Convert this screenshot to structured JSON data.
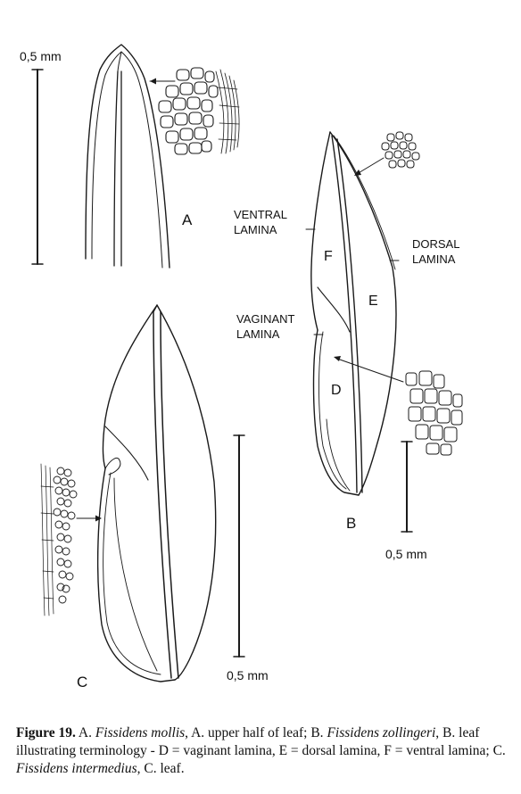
{
  "labels": {
    "scale_a": "0,5 mm",
    "scale_b": "0,5 mm",
    "scale_c": "0,5 mm",
    "panel_a": "A",
    "panel_b": "B",
    "panel_c": "C",
    "ventral_line1": "VENTRAL",
    "ventral_line2": "LAMINA",
    "dorsal_line1": "DORSAL",
    "dorsal_line2": "LAMINA",
    "vaginant_line1": "VAGINANT",
    "vaginant_line2": "LAMINA",
    "region_f": "F",
    "region_e": "E",
    "region_d": "D"
  },
  "caption": {
    "figure_label": "Figure 19.",
    "part1": " A. ",
    "species_a": "Fissidens mollis",
    "part2": ", A. upper half of leaf; B. ",
    "species_b": "Fissidens zollingeri",
    "part3": ", B. leaf illustrating terminology - D = vaginant lamina, E = dorsal lamina, F = ventral lamina; C. ",
    "species_c": "Fissidens intermedius",
    "part4": ", C. leaf."
  }
}
